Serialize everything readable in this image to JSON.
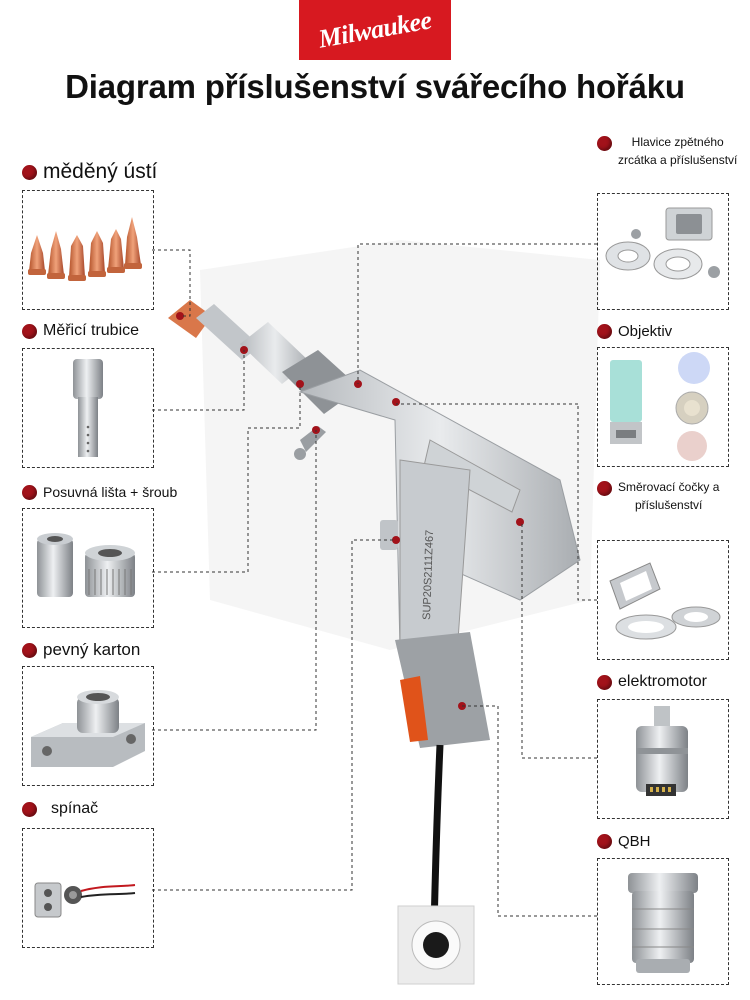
{
  "header": {
    "logo_text": "Milwaukee",
    "title": "Diagram příslušenství svářecího hořáku"
  },
  "device_serial": "SUP20S2111Z467",
  "colors": {
    "accent": "#d71920",
    "dot": "#a2121a",
    "copper": "#d9774a"
  },
  "parts_left": [
    {
      "label": "měděný ústí",
      "icon": "copper-nozzles"
    },
    {
      "label": "Měřicí trubice",
      "icon": "measuring-tube"
    },
    {
      "label": "Posuvná lišta + šroub",
      "icon": "slide-rail-screw"
    },
    {
      "label": "pevný karton",
      "icon": "fixed-bracket"
    },
    {
      "label": "spínač",
      "icon": "switch"
    }
  ],
  "parts_right": [
    {
      "label_line1": "Hlavice zpětného",
      "label_line2": "zrcátka a příslušenství",
      "icon": "mirror-head"
    },
    {
      "label": "Objektiv",
      "icon": "lens"
    },
    {
      "label_line1": "Směrovací čočky a",
      "label_line2": "příslušenství",
      "icon": "directional-lens"
    },
    {
      "label": "elektromotor",
      "icon": "motor"
    },
    {
      "label": "QBH",
      "icon": "qbh-connector"
    }
  ]
}
